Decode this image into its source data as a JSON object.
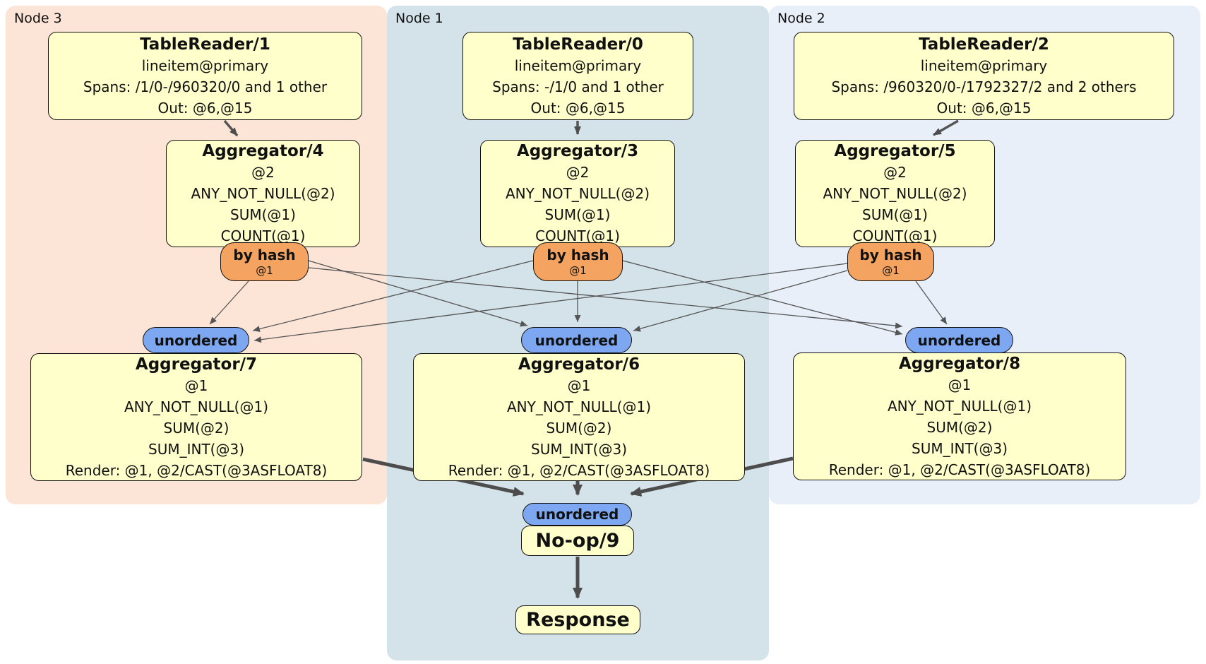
{
  "panels": [
    {
      "id": "node3",
      "label": "Node 3",
      "color": "#fce4d6"
    },
    {
      "id": "node1",
      "label": "Node 1",
      "color": "#d4e2ea"
    },
    {
      "id": "node2",
      "label": "Node 2",
      "color": "#e9eff9"
    }
  ],
  "nodes": {
    "tr1": {
      "title": "TableReader/1",
      "lines": [
        "lineitem@primary",
        "Spans: /1/0-/960320/0 and 1 other",
        "Out: @6,@15"
      ]
    },
    "tr0": {
      "title": "TableReader/0",
      "lines": [
        "lineitem@primary",
        "Spans: -/1/0 and 1 other",
        "Out: @6,@15"
      ]
    },
    "tr2": {
      "title": "TableReader/2",
      "lines": [
        "lineitem@primary",
        "Spans: /960320/0-/1792327/2 and 2 others",
        "Out: @6,@15"
      ]
    },
    "agg4": {
      "title": "Aggregator/4",
      "lines": [
        "@2",
        "ANY_NOT_NULL(@2)",
        "SUM(@1)",
        "COUNT(@1)"
      ]
    },
    "agg3": {
      "title": "Aggregator/3",
      "lines": [
        "@2",
        "ANY_NOT_NULL(@2)",
        "SUM(@1)",
        "COUNT(@1)"
      ]
    },
    "agg5": {
      "title": "Aggregator/5",
      "lines": [
        "@2",
        "ANY_NOT_NULL(@2)",
        "SUM(@1)",
        "COUNT(@1)"
      ]
    },
    "agg7": {
      "title": "Aggregator/7",
      "lines": [
        "@1",
        "ANY_NOT_NULL(@1)",
        "SUM(@2)",
        "SUM_INT(@3)",
        "Render: @1, @2/CAST(@3ASFLOAT8)"
      ]
    },
    "agg6": {
      "title": "Aggregator/6",
      "lines": [
        "@1",
        "ANY_NOT_NULL(@1)",
        "SUM(@2)",
        "SUM_INT(@3)",
        "Render: @1, @2/CAST(@3ASFLOAT8)"
      ]
    },
    "agg8": {
      "title": "Aggregator/8",
      "lines": [
        "@1",
        "ANY_NOT_NULL(@1)",
        "SUM(@2)",
        "SUM_INT(@3)",
        "Render: @1, @2/CAST(@3ASFLOAT8)"
      ]
    },
    "router_hash_left": {
      "title": "by hash",
      "sub": "@1"
    },
    "router_hash_mid": {
      "title": "by hash",
      "sub": "@1"
    },
    "router_hash_right": {
      "title": "by hash",
      "sub": "@1"
    },
    "sync_left": {
      "label": "unordered"
    },
    "sync_mid": {
      "label": "unordered"
    },
    "sync_right": {
      "label": "unordered"
    },
    "sync_final": {
      "label": "unordered"
    },
    "noop": {
      "title": "No-op/9"
    },
    "response": {
      "title": "Response"
    }
  },
  "colors": {
    "processor_fill": "#ffffcc",
    "router_fill": "#f4a460",
    "sync_fill": "#7da7f0",
    "edge_thin": "#555555",
    "edge_thick": "#4d4d4d"
  }
}
